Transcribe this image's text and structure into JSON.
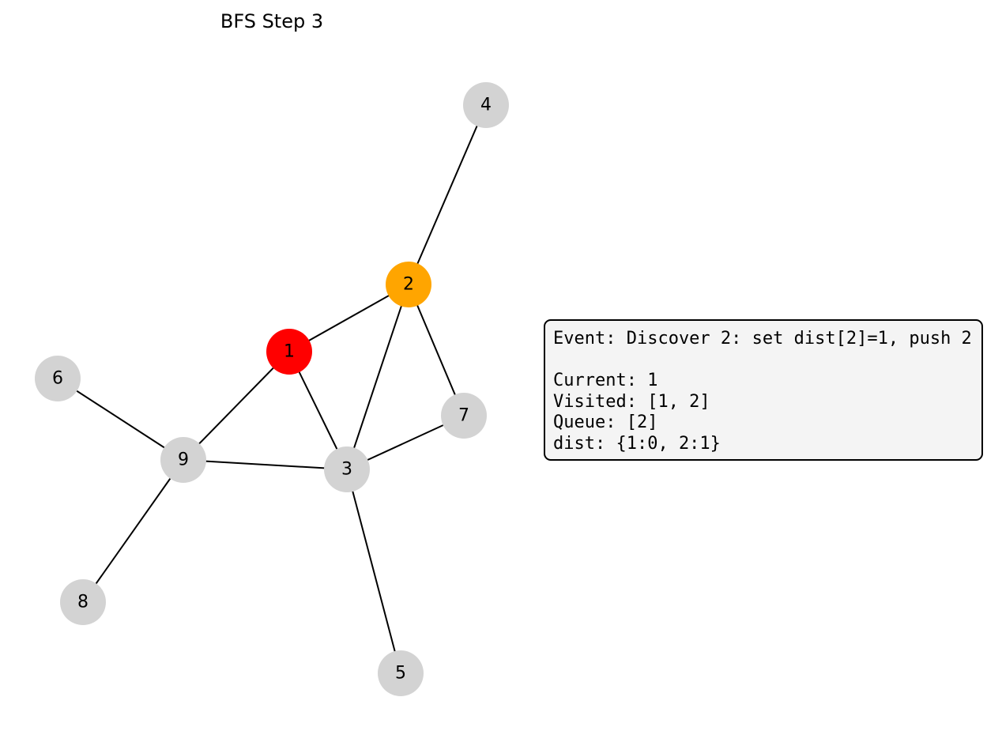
{
  "title": "BFS Step 3",
  "colors": {
    "current": "#ff0000",
    "discovered": "#ffa500",
    "unvisited": "#d3d3d3",
    "edge": "#000000",
    "panel_bg": "#f4f4f4"
  },
  "nodes": [
    {
      "id": "1",
      "label": "1",
      "state": "current"
    },
    {
      "id": "2",
      "label": "2",
      "state": "discovered"
    },
    {
      "id": "3",
      "label": "3",
      "state": "unvisited"
    },
    {
      "id": "4",
      "label": "4",
      "state": "unvisited"
    },
    {
      "id": "5",
      "label": "5",
      "state": "unvisited"
    },
    {
      "id": "6",
      "label": "6",
      "state": "unvisited"
    },
    {
      "id": "7",
      "label": "7",
      "state": "unvisited"
    },
    {
      "id": "8",
      "label": "8",
      "state": "unvisited"
    },
    {
      "id": "9",
      "label": "9",
      "state": "unvisited"
    }
  ],
  "edges": [
    [
      "2",
      "4"
    ],
    [
      "1",
      "2"
    ],
    [
      "2",
      "3"
    ],
    [
      "2",
      "7"
    ],
    [
      "1",
      "3"
    ],
    [
      "1",
      "9"
    ],
    [
      "6",
      "9"
    ],
    [
      "9",
      "3"
    ],
    [
      "3",
      "7"
    ],
    [
      "3",
      "5"
    ],
    [
      "9",
      "8"
    ]
  ],
  "info": {
    "event": "Event: Discover 2: set dist[2]=1, push 2",
    "blank": "",
    "current": "Current: 1",
    "visited": "Visited: [1, 2]",
    "queue": "Queue: [2]",
    "dist": "dist: {1:0, 2:1}"
  }
}
